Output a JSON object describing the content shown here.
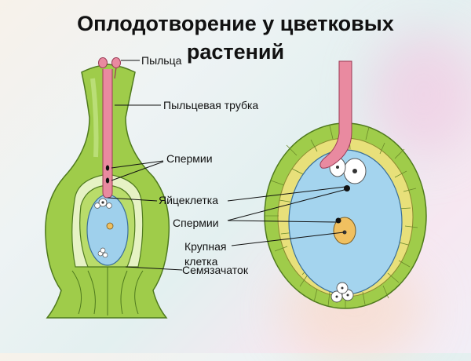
{
  "title": {
    "line1": "Оплодотворение у цветковых",
    "line2": "растений"
  },
  "labels": {
    "pollen": "Пыльца",
    "pollen_tube": "Пыльцевая трубка",
    "sperm_top": "Спермии",
    "egg_cell": "Яйцеклетка",
    "sperm_right": "Спермии",
    "large_cell_1": "Крупная",
    "large_cell_2": "клетка",
    "ovule": "Семязачаток"
  },
  "colors": {
    "pistil_green": "#9fcc4a",
    "pistil_outline": "#4f7a1e",
    "embryo_sac_blue": "#9fd0ec",
    "pollen_tube_pink": "#e98aa0",
    "cell_wall_yellow": "#e8e07a",
    "egg_cell_orange": "#f0c060"
  }
}
